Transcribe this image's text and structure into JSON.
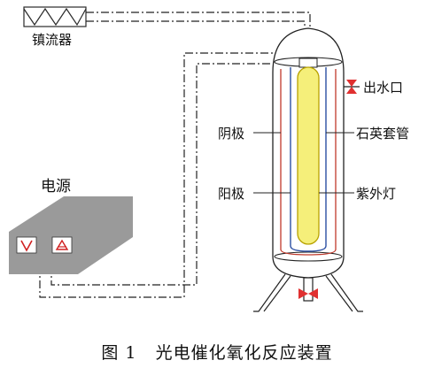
{
  "labels": {
    "ballast": "镇流器",
    "power_supply": "电源",
    "cathode": "阴极",
    "anode": "阳极",
    "water_outlet": "出水口",
    "quartz_sleeve": "石英套管",
    "uv_lamp": "紫外灯"
  },
  "caption": {
    "number": "图 1",
    "title": "光电催化氧化反应装置"
  },
  "colors": {
    "cathode_line": "#c0392b",
    "quartz_line": "#2c4fa3",
    "lamp_fill": "#f5ef7a",
    "lamp_border": "#b8a200",
    "valve": "#e03030",
    "power_box": "#9a9a9a",
    "wire": "#222222"
  }
}
